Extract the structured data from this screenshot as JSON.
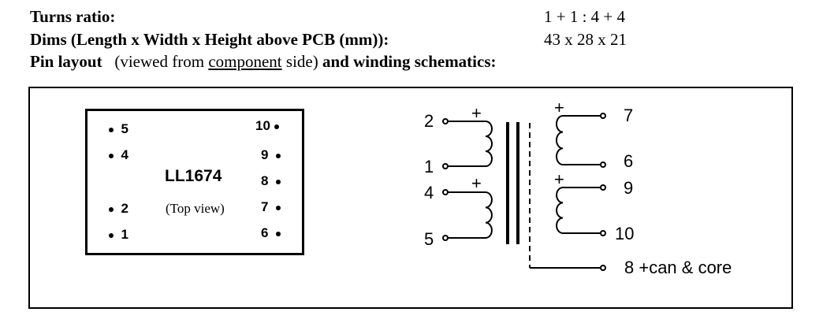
{
  "specs": {
    "turns_ratio_label": "Turns ratio:",
    "turns_ratio_value": "1 + 1 : 4 + 4",
    "dims_label": "Dims (Length x Width x Height above PCB (mm)):",
    "dims_value": "43 x 28 x 21",
    "pin_layout_label": "Pin layout",
    "pin_layout_pre": "(viewed from ",
    "pin_layout_underline": "component",
    "pin_layout_post": " side)",
    "pin_layout_tail": "and winding schematics:"
  },
  "chip": {
    "name": "LL1674",
    "view": "(Top view)",
    "left_pins": [
      "5",
      "4",
      "2",
      "1"
    ],
    "right_pins": [
      "10",
      "9",
      "8",
      "7",
      "6"
    ]
  },
  "schematic": {
    "primary_top": {
      "start": "2",
      "end": "1",
      "polarity": "+"
    },
    "primary_bottom": {
      "start": "4",
      "end": "5",
      "polarity": "+"
    },
    "secondary_top": {
      "start": "7",
      "end": "6",
      "polarity": "+"
    },
    "secondary_bottom": {
      "start": "9",
      "end": "10",
      "polarity": "+"
    },
    "core_label": "8 +can & core"
  }
}
